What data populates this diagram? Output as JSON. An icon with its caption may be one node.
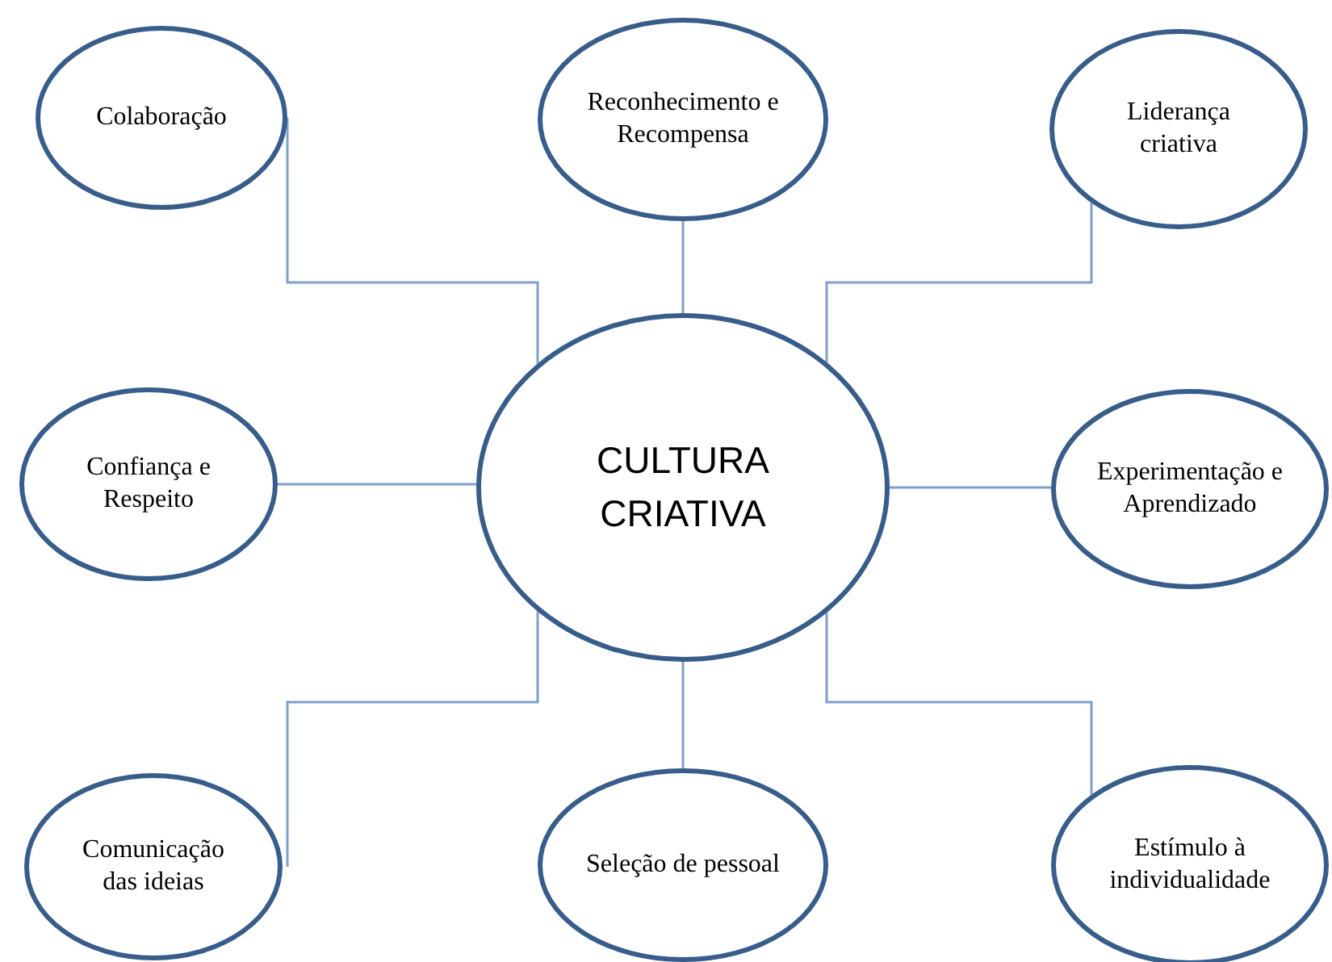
{
  "diagram": {
    "nodes": [
      {
        "text": [
          "Colaboração"
        ]
      },
      {
        "text": [
          "Reconhecimento e Recompensa"
        ]
      },
      {
        "text": [
          "Liderança criativa"
        ]
      },
      {
        "text": [
          "Confiança e Respeito"
        ]
      },
      {
        "text": [
          "CULTURA CRIATIVA"
        ]
      },
      {
        "text": [
          "Experimentação e Aprendizado"
        ]
      },
      {
        "text": [
          "Comunicação das ideias"
        ]
      },
      {
        "text": [
          "Seleção de pessoal"
        ]
      },
      {
        "text": [
          "Estímulo à individualidade"
        ]
      }
    ],
    "edges": [
      {
        "from": 4,
        "to": 0,
        "arrow": "none"
      },
      {
        "from": 4,
        "to": 1,
        "arrow": "none"
      },
      {
        "from": 4,
        "to": 2,
        "arrow": "none"
      },
      {
        "from": 4,
        "to": 3,
        "arrow": "none"
      },
      {
        "from": 4,
        "to": 5,
        "arrow": "none"
      },
      {
        "from": 4,
        "to": 6,
        "arrow": "none"
      },
      {
        "from": 4,
        "to": 7,
        "arrow": "none"
      },
      {
        "from": 4,
        "to": 8,
        "arrow": "none"
      }
    ]
  }
}
